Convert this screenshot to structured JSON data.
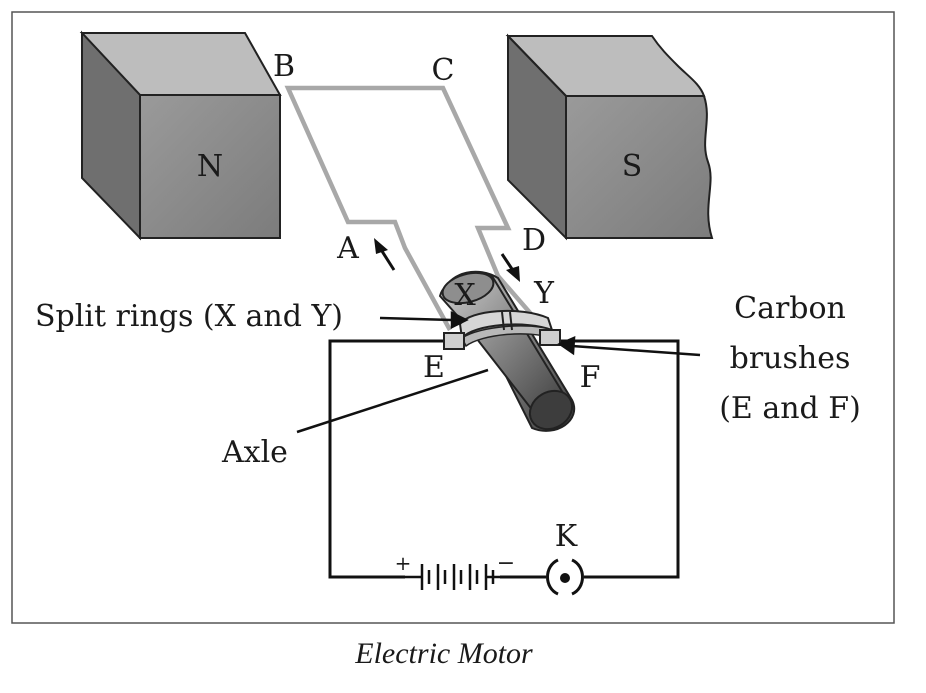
{
  "diagram": {
    "magnets": {
      "north": "N",
      "south": "S"
    },
    "coil_points": {
      "a": "A",
      "b": "B",
      "c": "C",
      "d": "D"
    },
    "split_ring_labels": {
      "x": "X",
      "y": "Y"
    },
    "brush_labels": {
      "e": "E",
      "f": "F"
    },
    "key_label": "K",
    "battery_signs": {
      "positive": "+",
      "negative": "−"
    },
    "callouts": {
      "split_rings": "Split rings (X and Y)",
      "carbon_brushes_line1": "Carbon",
      "carbon_brushes_line2": "brushes",
      "carbon_brushes_line3": "(E and F)",
      "axle": "Axle"
    }
  },
  "caption": "Electric Motor",
  "colors": {
    "frame": "#555555",
    "wire": "#111111",
    "coil": "#a8a8a8",
    "magnet_front": "#8c8c8c",
    "magnet_top": "#bdbdbd",
    "magnet_side": "#6f6f6f"
  }
}
